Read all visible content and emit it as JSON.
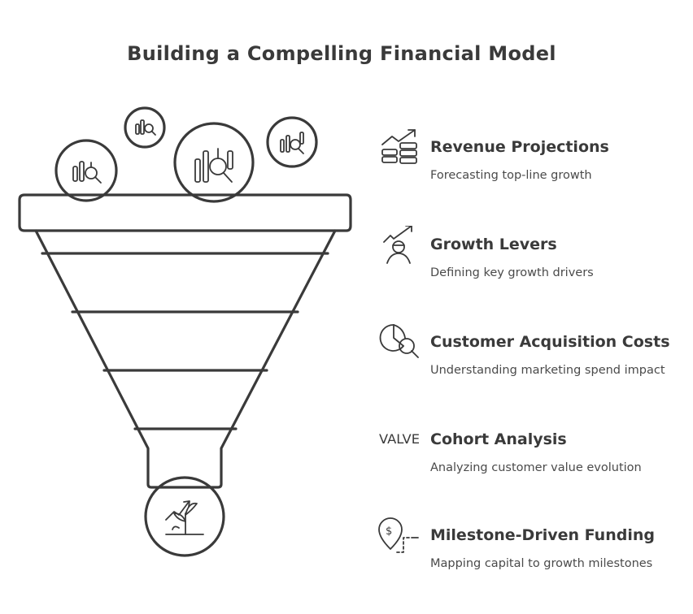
{
  "title": "Building a Compelling Financial Model",
  "colors": {
    "stroke": "#3a3a3a",
    "text": "#3c3c3c",
    "background": "#ffffff"
  },
  "funnel": {
    "input_icons": [
      "analytics-icon",
      "analytics-icon",
      "analytics-icon",
      "analytics-icon"
    ],
    "output_icon": "growth-plant-icon"
  },
  "items": [
    {
      "icon": "revenue-growth-icon",
      "label": "Revenue Projections",
      "desc": "Forecasting top-line growth"
    },
    {
      "icon": "growth-person-icon",
      "label": "Growth Levers",
      "desc": "Defining key growth drivers"
    },
    {
      "icon": "pie-search-icon",
      "label": "Customer Acquisition Costs",
      "desc": "Understanding marketing spend impact"
    },
    {
      "icon": "value-text-icon",
      "icon_text": "VALVE",
      "label": "Cohort Analysis",
      "desc": "Analyzing customer value evolution"
    },
    {
      "icon": "dollar-pin-icon",
      "label": "Milestone-Driven Funding",
      "desc": "Mapping capital to growth milestones"
    }
  ]
}
